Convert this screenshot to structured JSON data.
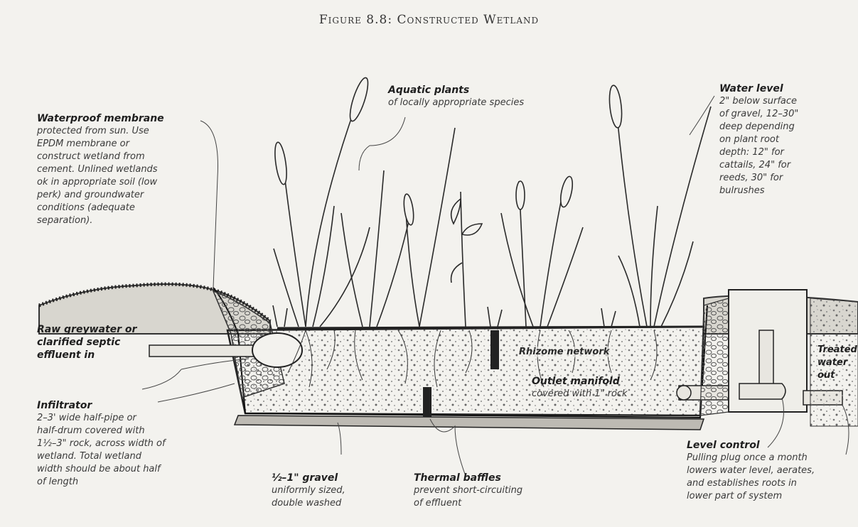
{
  "figure_title": "Figure 8.8: Constructed Wetland",
  "labels": {
    "membrane": {
      "heading": "Waterproof membrane",
      "body": "protected from sun. Use\nEPDM membrane or\nconstruct wetland from\ncement. Unlined wetlands\nok in appropriate soil (low\nperk) and groundwater\nconditions (adequate\nseparation)."
    },
    "aquatic": {
      "heading": "Aquatic plants",
      "body": "of locally appropriate species"
    },
    "water_level": {
      "heading": "Water level",
      "body": "2\" below surface\nof gravel, 12–30\"\ndeep depending\non plant root\ndepth: 12\" for\ncattails, 24\" for\nreeds, 30\" for\nbulrushes"
    },
    "greywater": {
      "heading": "Raw greywater or\nclarified septic\neffluent in",
      "body": ""
    },
    "infiltrator": {
      "heading": "Infiltrator",
      "body": "2–3' wide half-pipe or\nhalf-drum covered with\n1½–3\" rock, across width of\nwetland. Total wetland\nwidth should be about half\nof length"
    },
    "rhizome": {
      "text": "Rhizome network"
    },
    "outlet": {
      "heading": "Outlet manifold",
      "body": "covered with 1\" rock"
    },
    "treated": {
      "heading": "Treated\nwater\nout",
      "body": ""
    },
    "gravel": {
      "heading": "½–1\" gravel",
      "body": "uniformly sized,\ndouble washed"
    },
    "baffles": {
      "heading": "Thermal baffles",
      "body": "prevent short-circuiting\nof effluent"
    },
    "level": {
      "heading": "Level control",
      "body": "Pulling plug once a month\nlowers water level, aerates,\nand establishes roots in\nlower part of system"
    }
  }
}
